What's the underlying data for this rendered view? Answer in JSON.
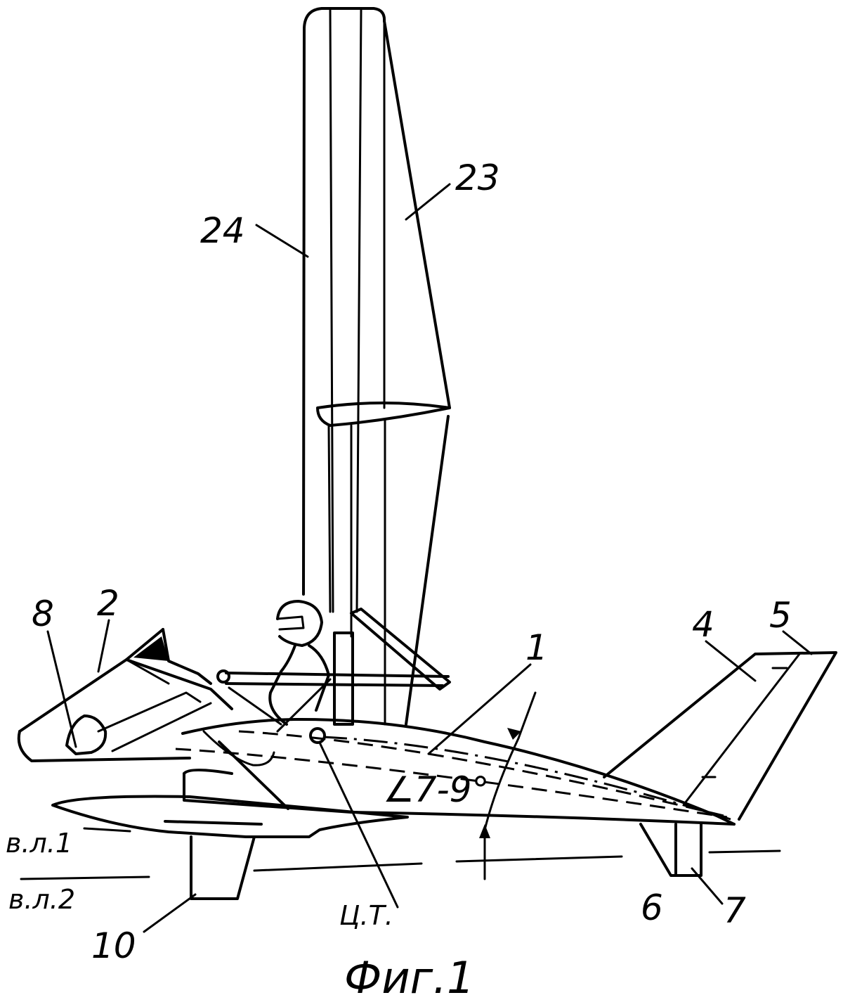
{
  "labels": {
    "n1": "1",
    "n2": "2",
    "n4": "4",
    "n5": "5",
    "n6": "6",
    "n7": "7",
    "n8": "8",
    "n10": "10",
    "n23": "23",
    "n24": "24",
    "angle": "∠7-9°",
    "waterline1": "в.л.1",
    "waterline2": "в.л.2",
    "center_of_gravity": "Ц.Т.",
    "figure_caption": "Фиг.1"
  }
}
